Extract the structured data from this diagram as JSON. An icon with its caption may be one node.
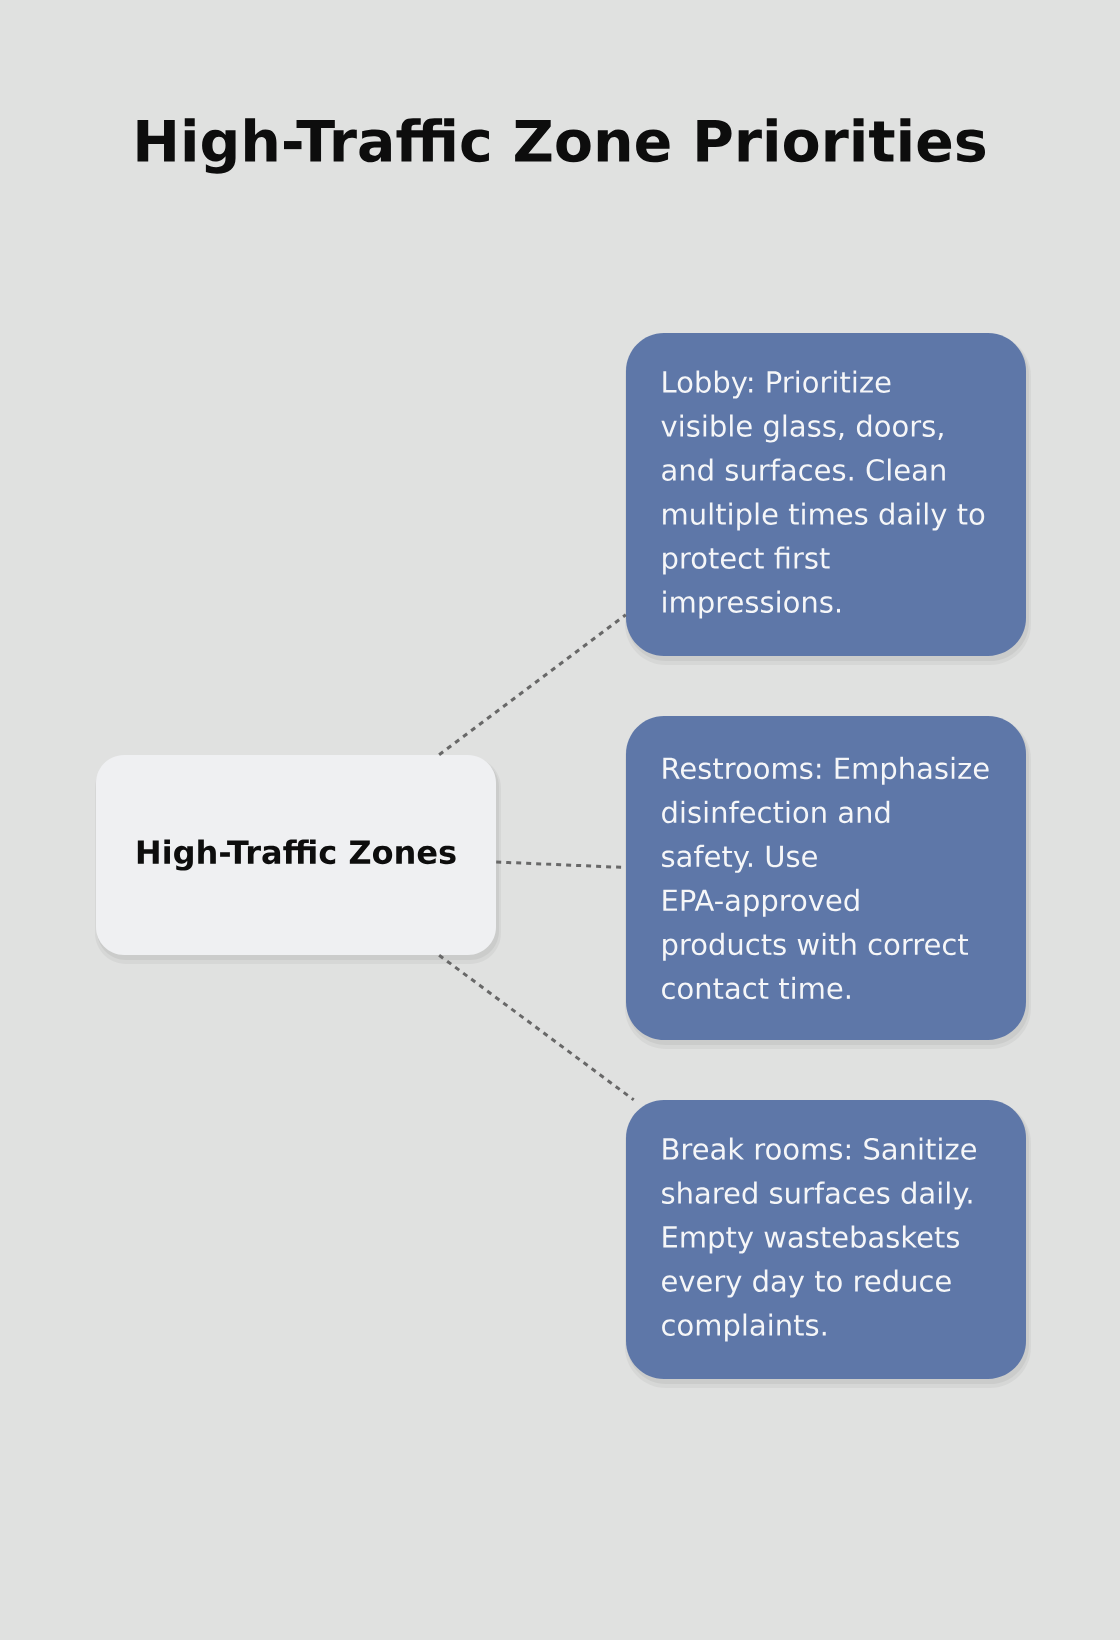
{
  "diagram": {
    "title": "High-Traffic Zone Priorities",
    "nodes": [
      {
        "text": [
          "High-Traffic Zones"
        ]
      },
      {
        "text": [
          "Lobby: Prioritize visible glass, doors, and surfaces. Clean multiple times daily to protect first impressions."
        ]
      },
      {
        "text": [
          "Restrooms: Emphasize disinfection and safety. Use EPA-approved products with correct contact time."
        ]
      },
      {
        "text": [
          "Break rooms: Sanitize shared surfaces daily. Empty wastebaskets every day to reduce complaints."
        ]
      }
    ],
    "edges": [
      {
        "from": 0,
        "to": 1,
        "arrow": "none"
      },
      {
        "from": 0,
        "to": 2,
        "arrow": "none"
      },
      {
        "from": 0,
        "to": 3,
        "arrow": "none"
      }
    ]
  }
}
